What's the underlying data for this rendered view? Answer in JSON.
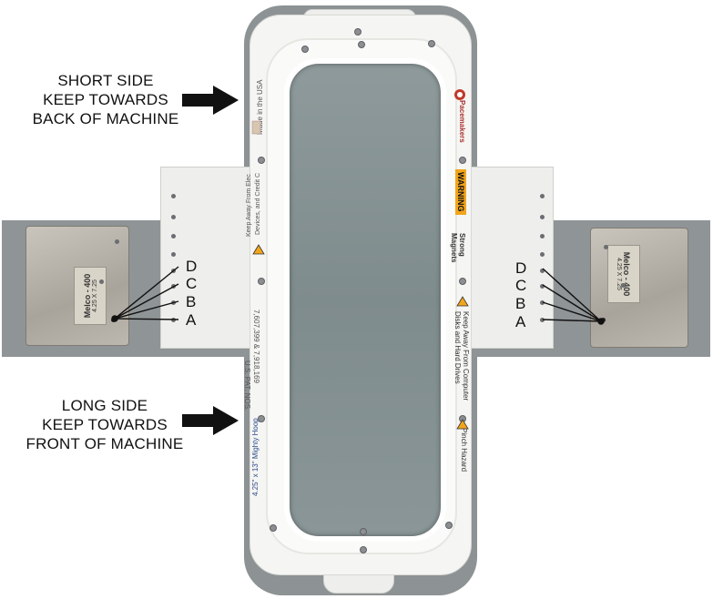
{
  "callouts": {
    "short_side": [
      "SHORT SIDE",
      "KEEP TOWARDS",
      "BACK OF MACHINE"
    ],
    "long_side": [
      "LONG SIDE",
      "KEEP TOWARDS",
      "FRONT OF MACHINE"
    ]
  },
  "left_letters": [
    "D",
    "C",
    "B",
    "A"
  ],
  "right_letters": [
    "D",
    "C",
    "B",
    "A"
  ],
  "plates": {
    "left": {
      "brand": "Melco - 400",
      "size": "4.25 X 7.25"
    },
    "right": {
      "brand": "Melco - 400",
      "size": "4.25 X 7.25"
    }
  },
  "hoop_text": {
    "made_in": "Made in the USA",
    "patents_1": "U.S. PAT. NOS.",
    "patents_2": "7,607,399 & 7,918,169",
    "model": "4.25\" x 13\" Mighty Hoop",
    "keep_away_left_1": "Keep Away From Elec",
    "keep_away_left_2": "Devices, and Credit C",
    "brand": "Pacemakers",
    "warning": "WARNING",
    "strong": "Strong",
    "magnets": "Magnets",
    "keep_away_right_1": "Keep Away From Computer",
    "keep_away_right_2": "Disks and Hard Drives",
    "pinch": "Pinch Hazard"
  },
  "colors": {
    "warning_orange": "#f2a51c",
    "background_gray": "#8d9294"
  }
}
